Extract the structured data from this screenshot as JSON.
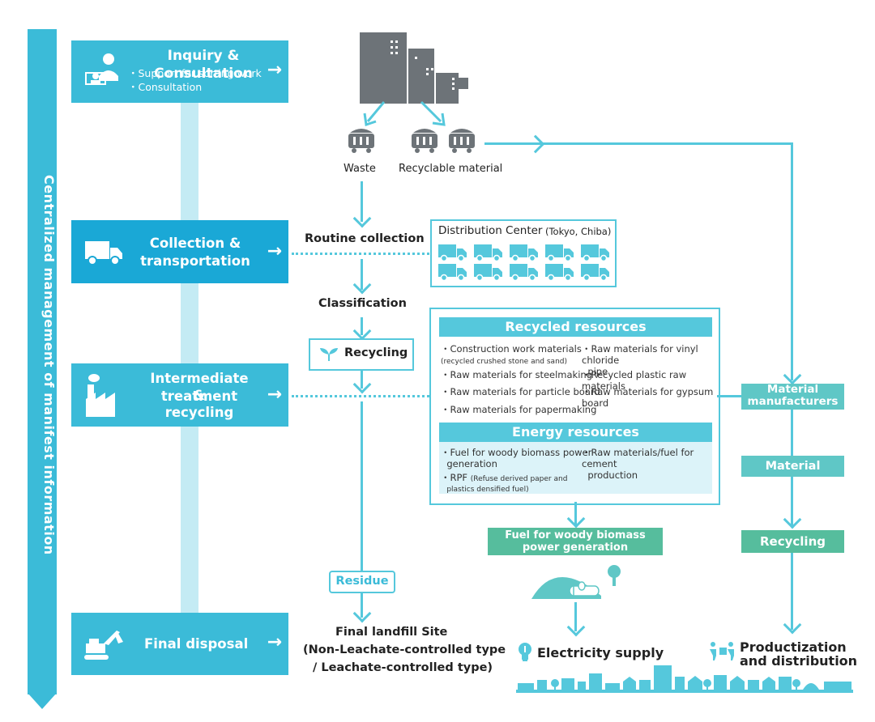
{
  "side_title": "Centralized management of manifest information",
  "steps": [
    {
      "title": "Inquiry & Consultation",
      "subs": [
        "・Support for sorting work",
        "・Consultation"
      ]
    },
    {
      "title_l1": "Collection &",
      "title_l2": "transportation"
    },
    {
      "title_l1": "Intermediate treatment",
      "title_l2": "&",
      "title_l3": "recycling"
    },
    {
      "title": "Final disposal"
    }
  ],
  "arrow_glyph": "→",
  "labels": {
    "waste": "Waste",
    "recyclable": "Recyclable material",
    "routine_collection": "Routine collection",
    "classification": "Classification",
    "recycling_box": "Recycling",
    "residue": "Residue",
    "landfill_l1": "Final landfill Site",
    "landfill_l2": "(Non-Leachate-controlled type",
    "landfill_l3": "/ Leachate-controlled type)",
    "distribution_center": "Distribution Center",
    "distribution_center_loc": "(Tokyo, Chiba)",
    "material_manufacturers_l1": "Material",
    "material_manufacturers_l2": "manufacturers",
    "material": "Material",
    "recycling_green": "Recycling",
    "fuel_biomass_l1": "Fuel for woody biomass",
    "fuel_biomass_l2": "power generation",
    "electricity_supply": "Electricity supply",
    "productization_l1": "Productization",
    "productization_l2": "and distribution"
  },
  "recycled_resources": {
    "title": "Recycled resources",
    "left": [
      {
        "main": "・Construction work materials",
        "note": "(recycled crushed stone and sand)"
      },
      {
        "main": "・Raw materials for steelmaking"
      },
      {
        "main": "・Raw materials for particle board"
      },
      {
        "main": "・Raw materials for papermaking"
      }
    ],
    "right": [
      {
        "l1": "・Raw materials for vinyl chloride",
        "l2": "pipe"
      },
      {
        "l1": "・Recycled plastic raw materials"
      },
      {
        "l1": "・Raw materials for gypsum board"
      }
    ]
  },
  "energy_resources": {
    "title": "Energy resources",
    "left": [
      {
        "l1": "・Fuel for woody biomass power",
        "l2": "generation"
      },
      {
        "l1": "・RPF",
        "note1": "(Refuse derived paper and",
        "note2": "plastics densified fuel)"
      }
    ],
    "right": [
      {
        "l1": "・Raw materials/fuel for cement",
        "l2": "production"
      }
    ]
  },
  "colors": {
    "primary": "#3bbbd8",
    "dark_primary": "#1aa8d6",
    "line": "#55c8dc",
    "teal": "#5fc7c6",
    "green": "#56bd9d",
    "building": "#6d7378"
  },
  "icons": [
    "consultation-icon",
    "truck-icon",
    "factory-icon",
    "excavator-icon",
    "building-icon",
    "garbage-cart-icon",
    "sprout-icon",
    "lightbulb-icon",
    "delivery-icon",
    "cityscape-icon"
  ]
}
